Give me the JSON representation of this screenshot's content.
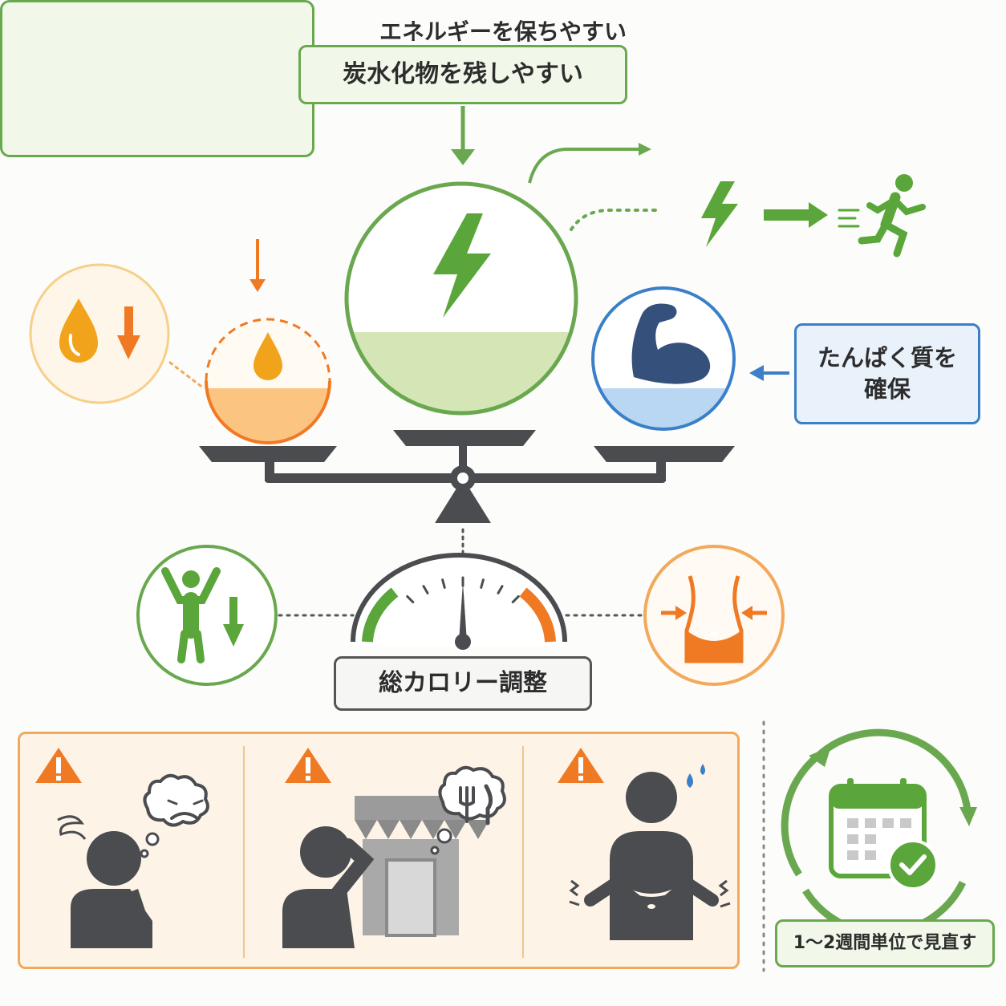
{
  "labels": {
    "carbs": "炭水化物を残しやすい",
    "energy": "エネルギーを保ちやすい",
    "protein": "たんぱく質を\n確保",
    "calorie": "総カロリー調整",
    "review": "1〜2週間単位で見直す"
  },
  "icons": {
    "energy_action": [
      "lightning-icon",
      "arrow-right-icon",
      "running-person-icon"
    ],
    "fat_reduce": [
      "water-drop-icon",
      "arrow-down-icon"
    ],
    "weight_loss": [
      "person-arms-up-icon",
      "arrow-down-icon"
    ],
    "waist": "waist-slimming-icon",
    "warnings": [
      "worried-person-icon",
      "eating-out-person-icon",
      "stomach-discomfort-icon"
    ],
    "cycle": "calendar-check-icon"
  },
  "colors": {
    "green": "#6aa84f",
    "orange": "#f08a24",
    "blue": "#3a7fc8",
    "dark": "#4a4a4a"
  }
}
